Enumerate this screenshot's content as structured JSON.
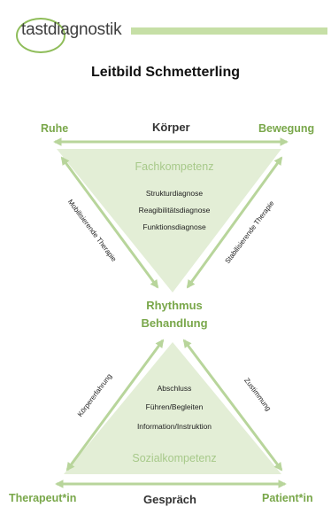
{
  "logo": {
    "text": "tastdiagnostik"
  },
  "title": "Leitbild Schmetterling",
  "top": {
    "left_corner": "Ruhe",
    "middle": "Körper",
    "right_corner": "Bewegung",
    "competence": "Fachkompetenz",
    "items": [
      "Strukturdiagnose",
      "Reagibilitätsdiagnose",
      "Funktionsdiagnose"
    ],
    "left_side": "Mobilisierende Therapie",
    "right_side": "Stabilisierende Therapie"
  },
  "center": {
    "line1": "Rhythmus",
    "line2": "Behandlung"
  },
  "bottom": {
    "left_corner": "Therapeut*in",
    "middle": "Gespräch",
    "right_corner": "Patient*in",
    "competence": "Sozialkompetenz",
    "items": [
      "Abschluss",
      "Führen/Begleiten",
      "Information/Instruktion"
    ],
    "left_side": "Körpererfahrung",
    "right_side": "Zustimmung"
  },
  "colors": {
    "triangle_fill": "#e3eed6",
    "arrow": "#b8d59b",
    "accent_text": "#79a74a",
    "logo_bar": "#c6dfa6"
  }
}
